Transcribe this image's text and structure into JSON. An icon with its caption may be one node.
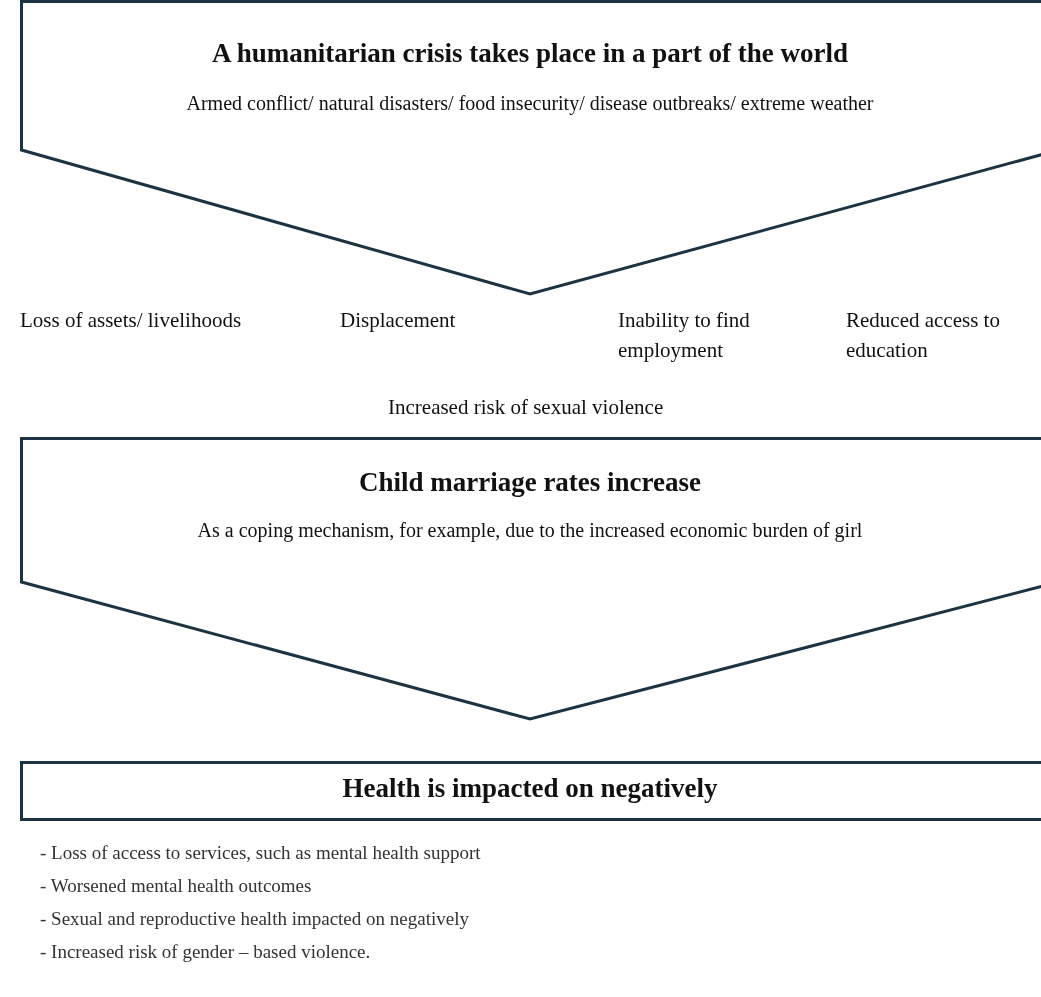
{
  "diagram": {
    "nodes": [
      {
        "text": [
          "A humanitarian crisis takes place in a part of the world",
          "Armed conflict/ natural disasters/ food insecurity/ disease outbreaks/ extreme weather"
        ]
      },
      {
        "text": [
          "Child marriage rates increase",
          "As a coping mechanism, for example, due to the increased economic burden of girl"
        ]
      },
      {
        "text": [
          "Health is impacted on negatively"
        ]
      }
    ],
    "labels": [
      "Loss of assets/ livelihoods",
      "Displacement",
      "Inability to find employment",
      "Reduced access to education",
      "Increased risk of sexual violence",
      "- Loss of access to services, such as mental health support",
      "- Worsened mental health outcomes",
      "- Sexual and reproductive health impacted on negatively",
      "- Increased risk of gender – based violence."
    ]
  }
}
